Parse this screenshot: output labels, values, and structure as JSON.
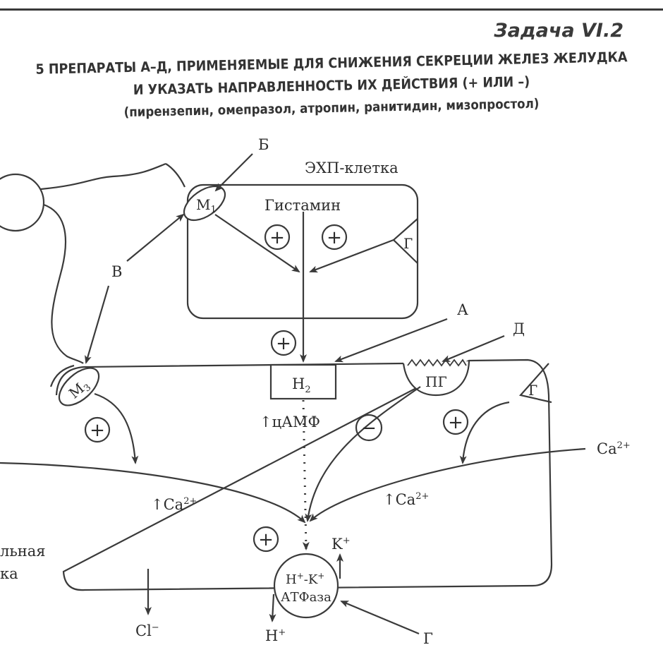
{
  "header": {
    "task_number": "Задача VI.2",
    "title_line1": "ПРЕПАРАТЫ А–Д, ПРИМЕНЯЕМЫЕ ДЛЯ СНИЖЕНИЯ СЕКРЕЦИИ ЖЕЛЕЗ ЖЕЛУДКА",
    "title_line1_prefix": "5",
    "title_line2": "И УКАЗАТЬ НАПРАВЛЕННОСТЬ ИХ ДЕЙСТВИЯ (+ ИЛИ –)",
    "title_line3": "(пирензепин, омепразол, атропин, ранитидин, мизопростол)"
  },
  "diagram": {
    "ecl_cell_label": "ЭХП-клетка",
    "histamine_label": "Гистамин",
    "receptor_m1": "М",
    "receptor_m1_sub": "1",
    "receptor_m3": "М",
    "receptor_m3_sub": "3",
    "receptor_h2": "Н",
    "receptor_h2_sub": "2",
    "receptor_pg": "ПГ",
    "receptor_g_top": "Г",
    "receptor_g_right": "Г",
    "camp_label": "↑цАМФ",
    "ca_in_left": "↑Ca",
    "ca_in_right": "↑Ca",
    "ca_sup": "2+",
    "ca_outside": "Ca",
    "pump_line1": "Н",
    "pump_line1_sup": "+",
    "pump_line1_mid": "-K",
    "pump_line2": "АТФаза",
    "k_plus": "K",
    "h_plus": "Н",
    "cl_minus": "Cl",
    "cl_sup": "−",
    "plus_sign": "+",
    "minus_sign": "−",
    "parietal_label_line1": "льная",
    "parietal_label_line2": "ка",
    "drug_a": "А",
    "drug_b": "Б",
    "drug_v": "В",
    "drug_g": "Г",
    "drug_d": "Д"
  }
}
